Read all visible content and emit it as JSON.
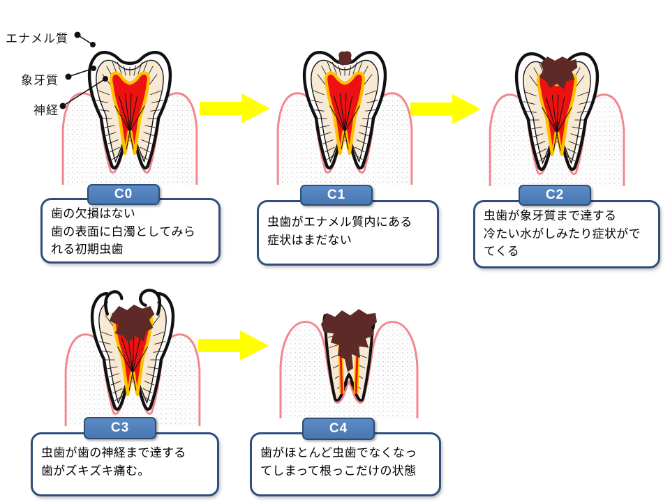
{
  "diagram": {
    "anatomy_labels": [
      {
        "id": "enamel",
        "text": "エナメル質"
      },
      {
        "id": "dentin",
        "text": "象牙質"
      },
      {
        "id": "nerve",
        "text": "神経"
      }
    ],
    "stages": [
      {
        "code": "C0",
        "description": "歯の欠損はない\n歯の表面に白濁としてみら\nれる初期虫歯"
      },
      {
        "code": "C1",
        "description": "虫歯がエナメル質内にある\n症状はまだない"
      },
      {
        "code": "C2",
        "description": "虫歯が象牙質まで達する\n冷たい水がしみたり症状がで\nてくる"
      },
      {
        "code": "C3",
        "description": "虫歯が歯の神経まで達する\n歯がズキズキ痛む。"
      },
      {
        "code": "C4",
        "description": "歯がほとんど虫歯でなくなっ\nてしまって根っこだけの状態"
      }
    ],
    "colors": {
      "tab_fill": "#4E81BD",
      "tab_border": "#2C4D75",
      "box_border": "#2E4E7C",
      "arrow_yellow": "#FFFF00",
      "gum_pink": "#F2868D",
      "dentin_cream": "#F7E9D4",
      "pulp_red": "#EE1111",
      "pulp_border_orange": "#FFC000",
      "cavity_brown": "#5E2A28",
      "tooth_outline": "#111111"
    }
  }
}
